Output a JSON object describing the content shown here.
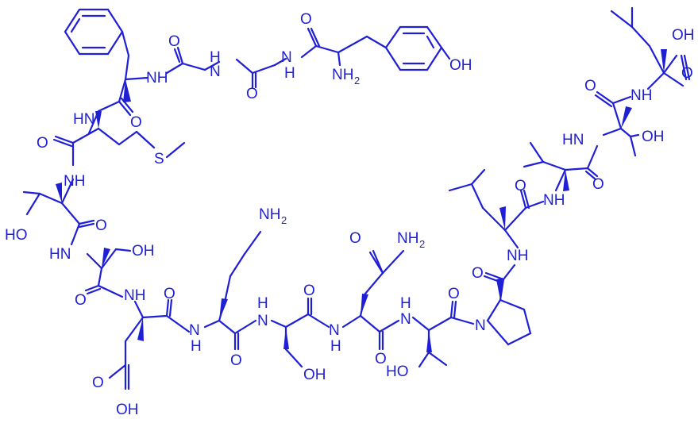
{
  "figure": {
    "colors": {
      "structure": "#1f1fd6",
      "background": "#ffffff"
    },
    "labels": {
      "nh": "NH",
      "hn": "HN",
      "h": "H",
      "n": "N",
      "o": "O",
      "oh": "OH",
      "ho": "HO",
      "s": "S",
      "nh2": "NH",
      "sub2": "2"
    }
  }
}
